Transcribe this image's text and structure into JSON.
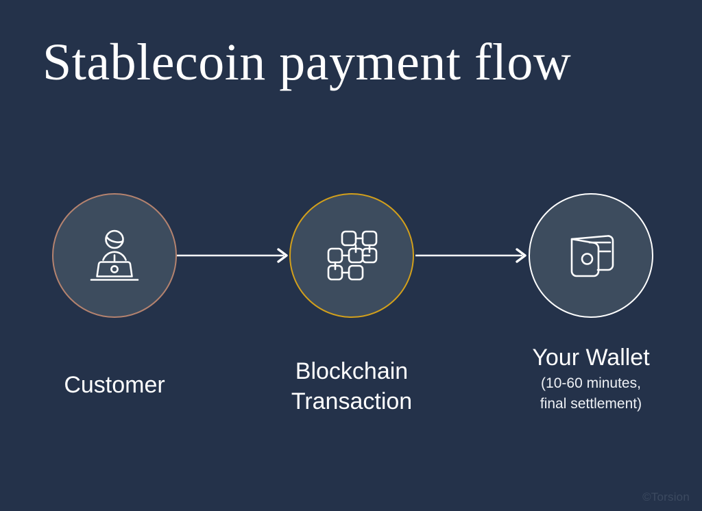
{
  "page": {
    "title": "Stablecoin payment flow",
    "background_color": "#24324a",
    "watermark": "©Torsion"
  },
  "colors": {
    "background": "#24324a",
    "circle_fill": "#3d4c5e",
    "customer_ring": "#b5836f",
    "blockchain_ring": "#d3a01b",
    "wallet_ring": "#ffffff",
    "text": "#ffffff",
    "arrow": "#ffffff",
    "watermark": "#3c4a60"
  },
  "flow": {
    "steps": [
      {
        "id": "customer",
        "icon": "person-at-laptop-icon",
        "ring_color": "#b5836f",
        "label": "Customer",
        "sublabel": ""
      },
      {
        "id": "blockchain",
        "icon": "blockchain-network-icon",
        "ring_color": "#d3a01b",
        "label": "Blockchain\nTransaction",
        "label_line_1": "Blockchain",
        "label_line_2": "Transaction",
        "sublabel": ""
      },
      {
        "id": "wallet",
        "icon": "wallet-icon",
        "ring_color": "#ffffff",
        "label": "Your Wallet",
        "sublabel": "(10-60 minutes,\nfinal settlement)",
        "sublabel_line_1": "(10-60 minutes,",
        "sublabel_line_2": "final settlement)"
      }
    ],
    "connectors": [
      {
        "id": "arrow-customer-to-blockchain",
        "icon": "arrow-right-icon"
      },
      {
        "id": "arrow-blockchain-to-wallet",
        "icon": "arrow-right-icon"
      }
    ]
  }
}
